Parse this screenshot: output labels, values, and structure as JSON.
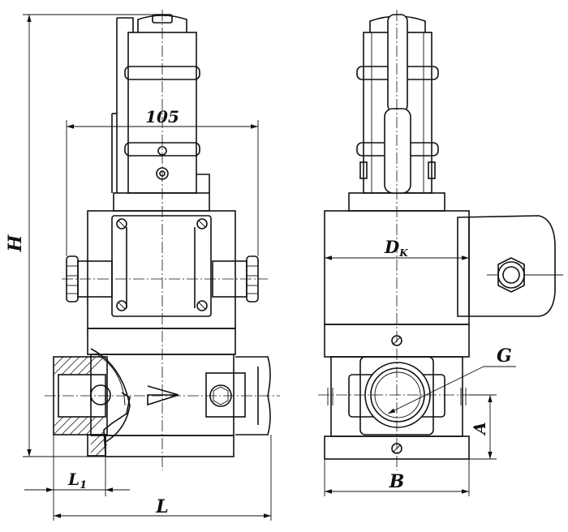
{
  "labels": {
    "width_105": "105",
    "height": "H",
    "length": "L",
    "length_1": "L",
    "length_1_sub": "1",
    "coil_diameter": "D",
    "coil_diameter_sub": "K",
    "thread": "G",
    "width": "B",
    "axis_height": "A"
  },
  "colors": {
    "line": "#111111",
    "background": "#ffffff"
  }
}
